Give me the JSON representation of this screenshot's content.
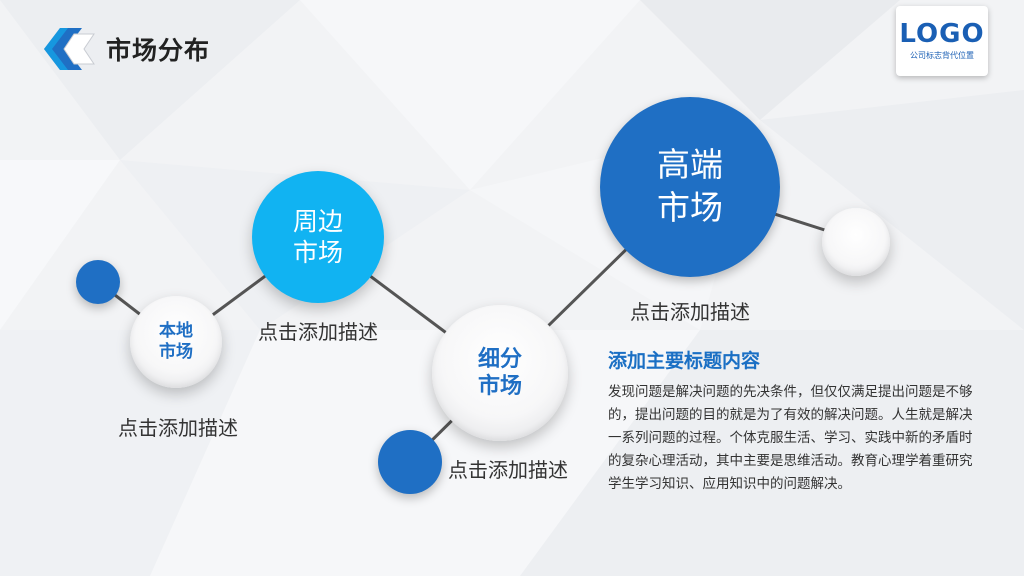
{
  "header": {
    "title": "市场分布"
  },
  "logo": {
    "text": "LOGO",
    "subtitle": "公司标志背代位置"
  },
  "nodes": {
    "local": {
      "label_line1": "本地",
      "label_line2": "市场"
    },
    "nearby": {
      "label_line1": "周边",
      "label_line2": "市场"
    },
    "niche": {
      "label_line1": "细分",
      "label_line2": "市场"
    },
    "premium": {
      "label_line1": "高端",
      "label_line2": "市场"
    }
  },
  "descriptions": {
    "local": "点击添加描述",
    "nearby": "点击添加描述",
    "niche": "点击添加描述",
    "premium": "点击添加描述"
  },
  "content": {
    "heading": "添加主要标题内容",
    "body": "发现问题是解决问题的先决条件，但仅仅满足提出问题是不够的，提出问题的目的就是为了有效的解决问题。人生就是解决一系列问题的过程。个体克服生活、学习、实践中新的矛盾时的复杂心理活动，其中主要是思维活动。教育心理学着重研究学生学习知识、应用知识中的问题解决。"
  },
  "colors": {
    "primary_blue": "#1f6fc4",
    "light_blue": "#11b3f2",
    "heading_blue": "#1a6fc4"
  }
}
